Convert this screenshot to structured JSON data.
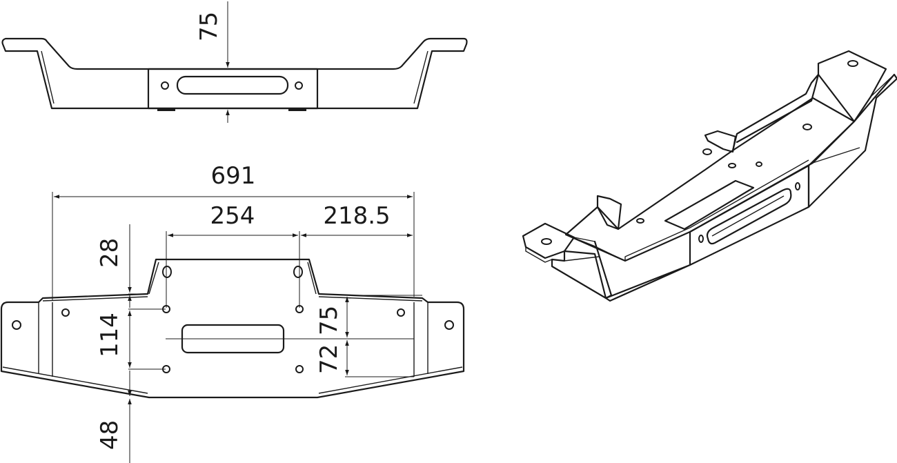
{
  "dimensions": {
    "side_height": "75",
    "overall_width": "691",
    "hole_spacing": "254",
    "right_offset": "218.5",
    "flange_height": "28",
    "hole_vertical_spacing": "114",
    "rear_depth": "48",
    "upper_offset": "75",
    "lower_offset": "72"
  }
}
